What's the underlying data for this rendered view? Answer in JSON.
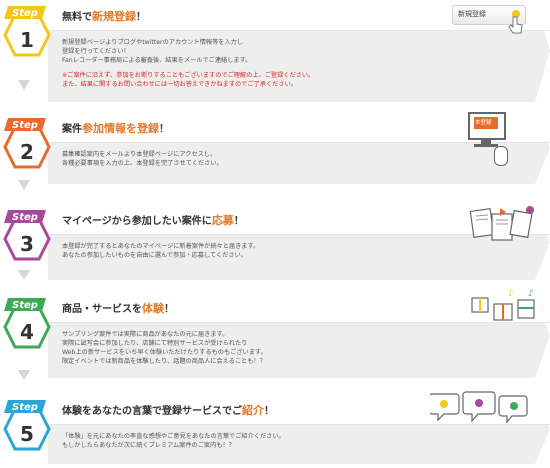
{
  "colors": {
    "step1": "#f5c518",
    "step2": "#e86a2c",
    "step3": "#a8489a",
    "step4": "#3daa55",
    "step5": "#2aa6d6",
    "highlight_orange": "#e07a2b",
    "warning_red": "#d42b1f"
  },
  "steps": [
    {
      "tag": "Step",
      "number": "1",
      "title_pre": "無料で",
      "title_hl": "新規登録",
      "title_post": "！",
      "lines": [
        "新規登録ページよりブログやtwitterのアカウント情報等を入力し",
        "登録を行ってください！",
        "Fanレコーダー事務局による審査後、結果をメールでご連絡します。"
      ],
      "warnings": [
        "※ご案件に沿えず、参加をお断りすることもございますのでご理解の上、ご登録ください。",
        "また、結果に関するお問い合わせには一切お答えできかねますのでご了承ください。"
      ],
      "button_label": "新規登録",
      "icon": "signup-button-icon"
    },
    {
      "tag": "Step",
      "number": "2",
      "title_pre": "案件",
      "title_hl": "参加情報を登録",
      "title_post": "！",
      "lines": [
        "募集確認案内をメールより本登録ページにアクセスし、",
        "各種必要事項を入力の上、本登録を完了させてください。"
      ],
      "monitor_label": "本登録",
      "icon": "computer-icon"
    },
    {
      "tag": "Step",
      "number": "3",
      "title_pre": "マイページから参加したい案件に",
      "title_hl": "応募",
      "title_post": "！",
      "lines": [
        "本登録が完了するとあなたのマイページに新着案件が続々と届きます。",
        "あなたの参加したいものを自由に選んで参加・応募してください。"
      ],
      "icon": "documents-icon"
    },
    {
      "tag": "Step",
      "number": "4",
      "title_pre": "商品・サービスを",
      "title_hl": "体験",
      "title_post": "！",
      "lines": [
        "サンプリング案件では実際に商品があなたの元に届きます。",
        "実際に試写会に参加したり、店舗にて特別サービスが受けられたり",
        "Web上の新サービスをいち早く体験いただけたりするものもございます。",
        "限定イベントでは新商品を体験したり、話題の商品人に会えることも！？"
      ],
      "icon": "gifts-icon"
    },
    {
      "tag": "Step",
      "number": "5",
      "title_pre": "体験をあなたの言葉で登録サービスでご",
      "title_hl": "紹介",
      "title_post": "！",
      "lines": [
        "「体験」を元にあなたの率直な感想やご意見をあなたの言葉でご紹介ください。",
        "もしかしたらあなたが次に続くプレミアム案件のご案内も！？"
      ],
      "icon": "speech-bubbles-icon"
    }
  ]
}
